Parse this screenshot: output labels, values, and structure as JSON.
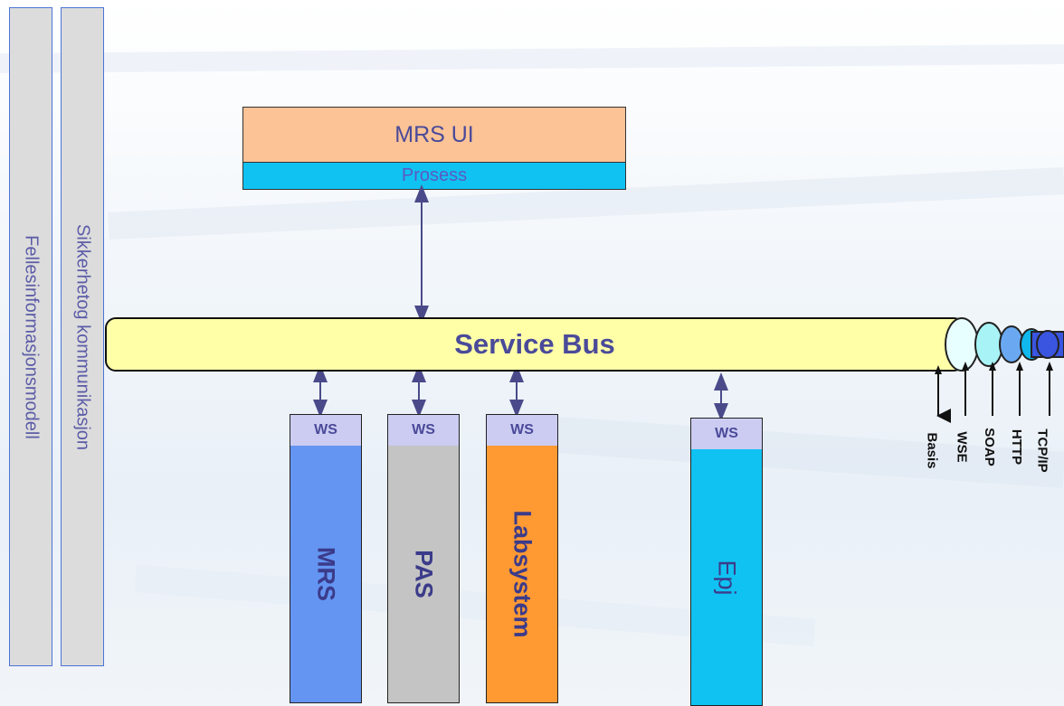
{
  "side_bars": {
    "left": "Fellesinformasjonsmodell",
    "right": "Sikkerhetog kommunikasjon"
  },
  "mrs_ui": {
    "title": "MRS UI",
    "subtitle": "Prosess"
  },
  "service_bus": {
    "label": "Service Bus"
  },
  "services": [
    {
      "ws": "WS",
      "name": "MRS",
      "color": "#6495f2"
    },
    {
      "ws": "WS",
      "name": "PAS",
      "color": "#c4c4c4"
    },
    {
      "ws": "WS",
      "name": "Labsystem",
      "color": "#ff9a33"
    },
    {
      "ws": "WS",
      "name": "Epj",
      "color": "#10c2f2"
    }
  ],
  "protocol_layers": [
    "Basis",
    "WSE",
    "SOAP",
    "HTTP",
    "TCP/IP"
  ]
}
